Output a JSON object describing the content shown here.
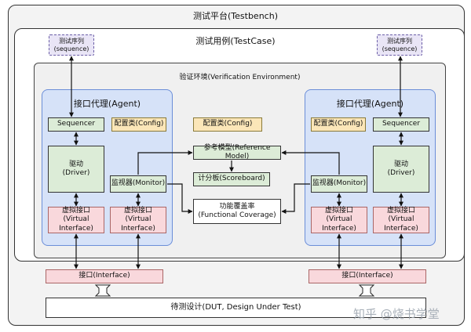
{
  "testbench_title": "测试平台(Testbench)",
  "testcase_title": "测试用例(TestCase)",
  "env_title": "验证环境(Verification Environment)",
  "sequence_label_line1": "测试序列",
  "sequence_label_line2": "(sequence)",
  "agent_title": "接口代理(Agent)",
  "sequencer_label": "Sequencer",
  "config_label": "配置类(Config)",
  "driver_line1": "驱动",
  "driver_line2": "(Driver)",
  "monitor_label": "监视器(Monitor)",
  "vif_line1": "虚拟接口",
  "vif_line2": "(Virtual Interface)",
  "env_config_label": "配置类(Config)",
  "reference_model_label": "参考模型(Reference Model)",
  "scoreboard_label": "计分板(Scoreboard)",
  "coverage_line1": "功能覆盖率",
  "coverage_line2": "(Functional Coverage)",
  "interface_label": "接口(Interface)",
  "dut_label": "待测设计(DUT, Design Under Test)",
  "watermark": "知乎 @烧书学堂"
}
